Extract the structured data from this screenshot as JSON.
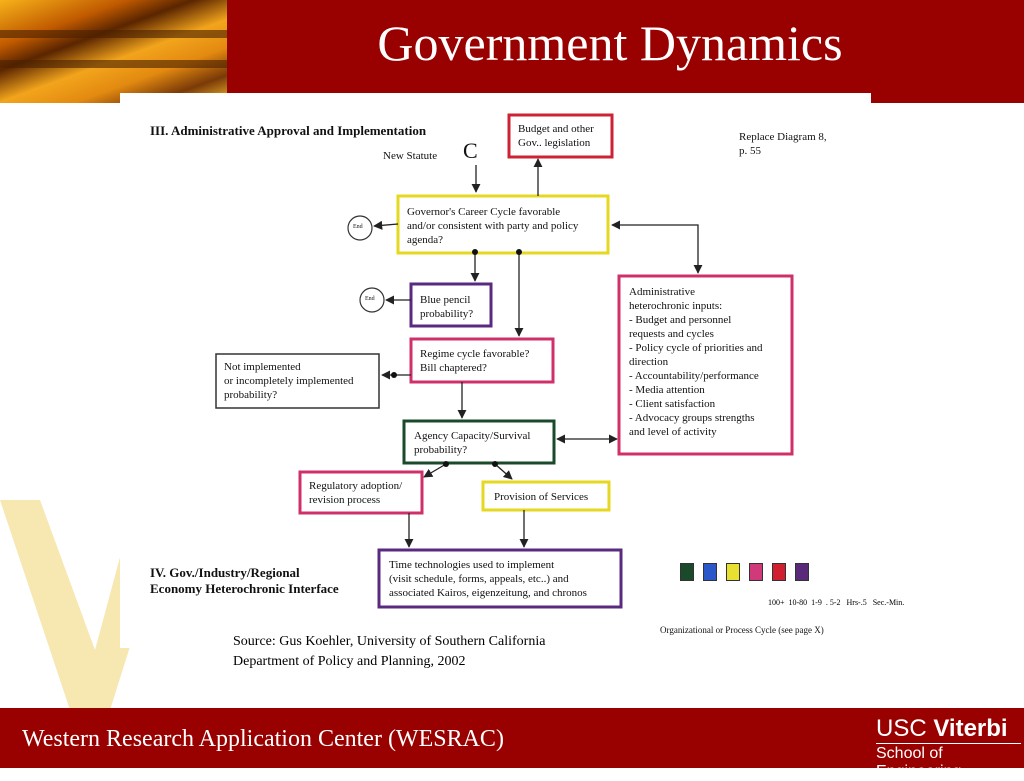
{
  "slide": {
    "title": "Government Dynamics",
    "source": "Source: Gus Koehler, University of Southern California\nDepartment of Policy and Planning, 2002",
    "footer": "Western Research Application Center (WESRAC)",
    "logo": {
      "usc": "USC",
      "viterbi": "Viterbi",
      "school": "School of Engineering"
    }
  },
  "diagram": {
    "section3": "III. Administrative Approval and Implementation",
    "section4": "IV. Gov./Industry/Regional\nEconomy Heterochronic Interface",
    "new_statute": "New Statute",
    "c_label": "C",
    "replace_note": "Replace Diagram 8,\np. 55",
    "end1": "End",
    "end2": "End",
    "boxes": {
      "budget": "Budget and other\nGov.. legislation",
      "governor": "Governor's Career Cycle favorable\nand/or consistent with party and policy\nagenda?",
      "blue_pencil": "Blue pencil\nprobability?",
      "regime": "Regime cycle favorable?\nBill chaptered?",
      "not_implemented": "Not implemented\nor incompletely implemented\nprobability?",
      "agency": "Agency Capacity/Survival\nprobability?",
      "regulatory": "Regulatory adoption/\nrevision process",
      "provision": "Provision of Services",
      "time_tech": "Time technologies used to implement\n(visit schedule, forms, appeals, etc..) and\nassociated Kairos, eigenzeitung, and chronos",
      "admin_inputs": "Administrative\nheterochronic inputs:\n- Budget and personnel\nrequests and cycles\n- Policy cycle of priorities and\ndirection\n- Accountability/performance\n- Media attention\n- Client satisfaction\n- Advocacy groups strengths\nand level of activity"
    },
    "legend": {
      "colors": [
        "#1a4a2a",
        "#2a58c8",
        "#e8e030",
        "#d03a7a",
        "#d02030",
        "#5a2a7a"
      ],
      "labels": "100+  10-80  1-9  . 5-2   Hrs-.5   Sec.-Min.",
      "caption": "Organizational or Process Cycle (see page X)"
    }
  }
}
